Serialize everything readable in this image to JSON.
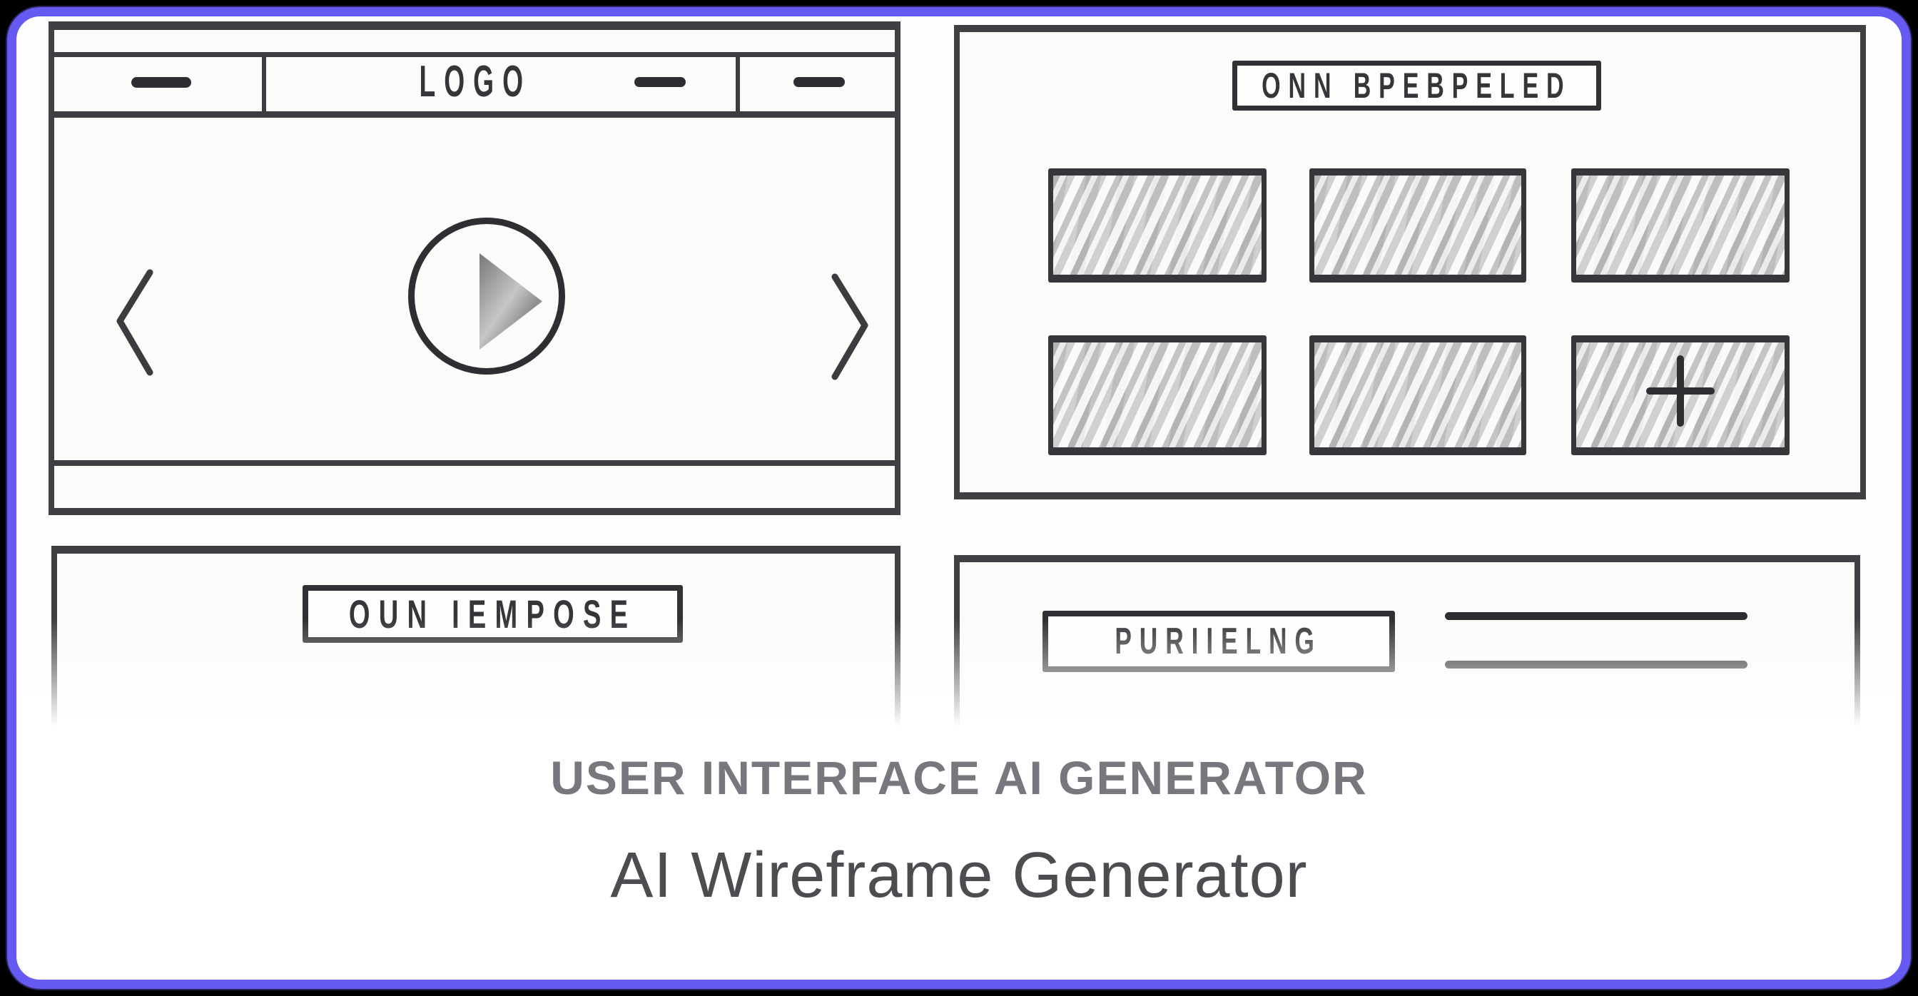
{
  "hero": {
    "eyebrow": "USER INTERFACE AI GENERATOR",
    "title": "AI Wireframe Generator",
    "eyebrow_color": "#76787d",
    "title_color": "#4b4d50"
  },
  "sketch": {
    "ink_color": "#3c3e41",
    "hatch_color": "#dadada",
    "panels": {
      "media_player": {
        "logo_label": "LOGO",
        "icons": [
          "menu-dash-icon",
          "chevron-left-icon",
          "play-icon",
          "chevron-right-icon"
        ]
      },
      "gallery": {
        "title": "ONN BPEBPELED",
        "tile_count": 6,
        "last_tile_icon": "plus-icon"
      },
      "bottom_left": {
        "title": "OUN IEMPOSE"
      },
      "bottom_right": {
        "title": "PURIIELNG",
        "line_count": 2
      }
    }
  },
  "card": {
    "border_color": "#655af1",
    "background_color": "#fefefe",
    "outside_color": "#000000"
  }
}
